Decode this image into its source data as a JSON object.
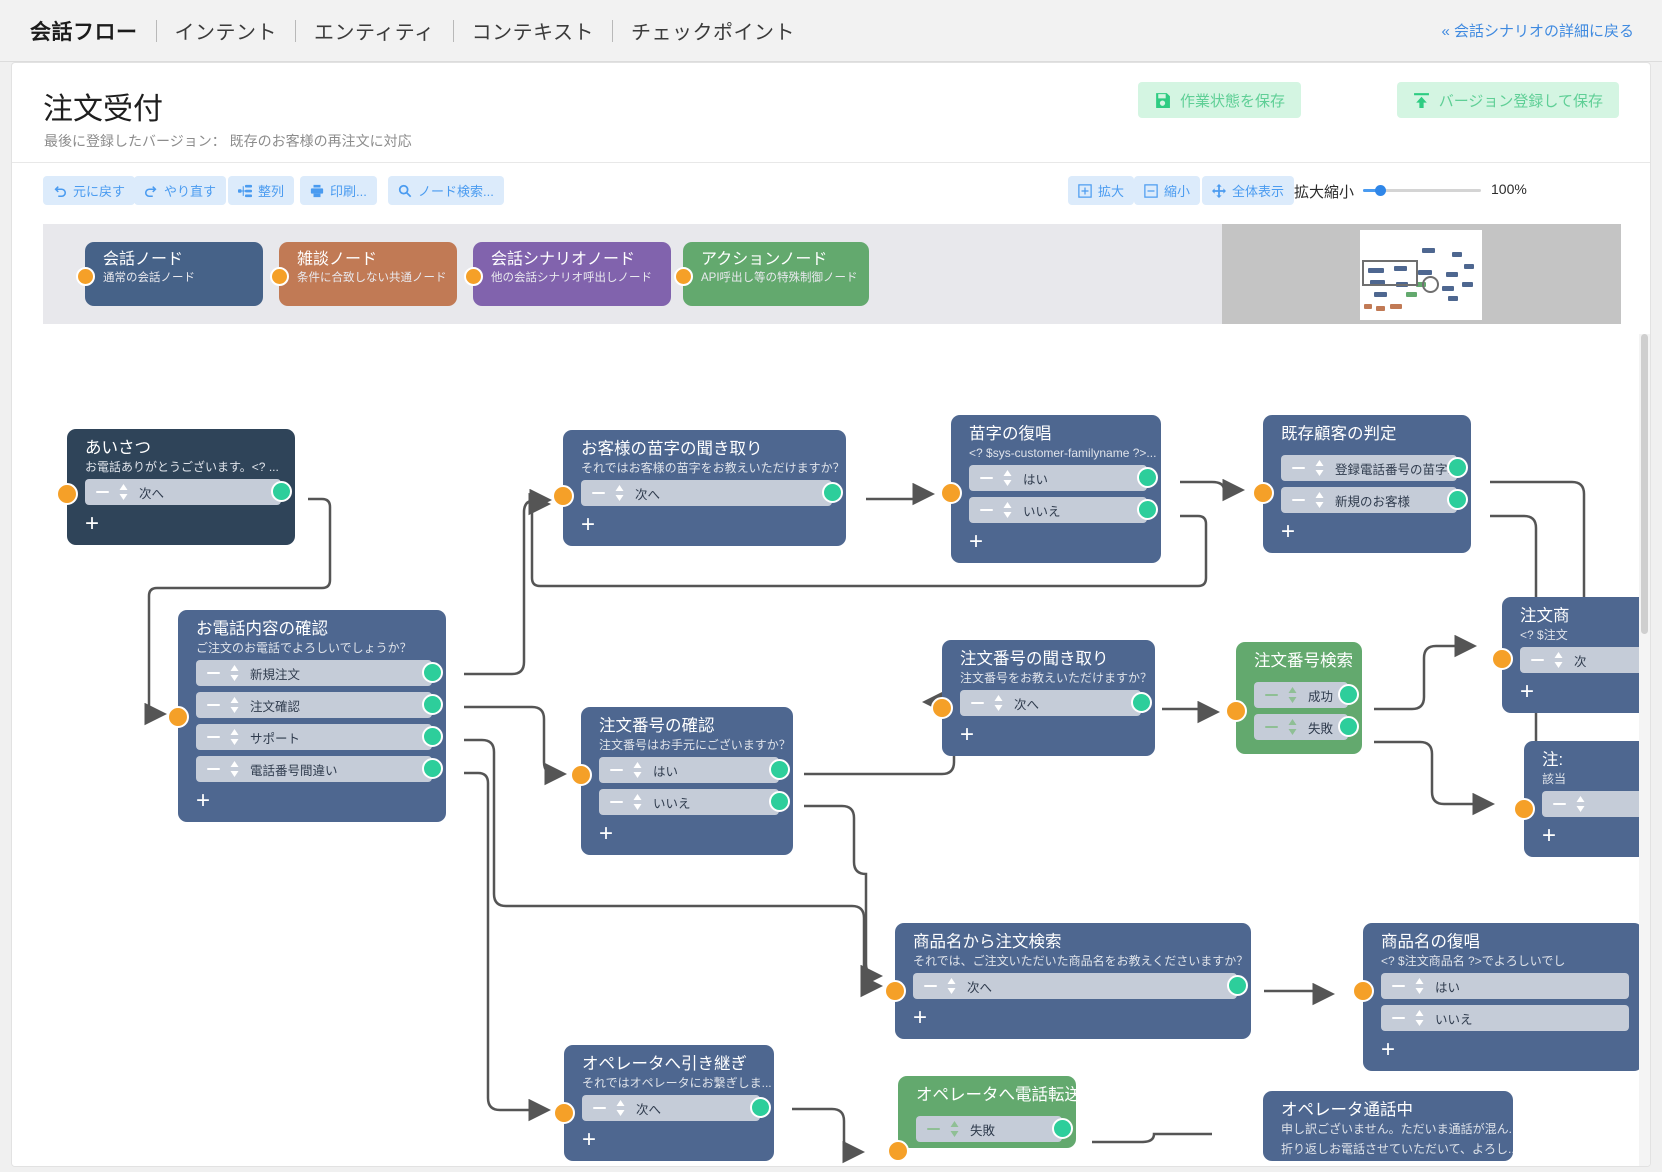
{
  "header": {
    "tabs": [
      "会話フロー",
      "インテント",
      "エンティティ",
      "コンテキスト",
      "チェックポイント"
    ],
    "back_link": "« 会話シナリオの詳細に戻る"
  },
  "page": {
    "title": "注文受付",
    "subtitle": "最後に登録したバージョン： 既存のお客様の再注文に対応",
    "save_work_label": "作業状態を保存",
    "save_version_label": "バージョン登録して保存"
  },
  "toolbar": {
    "undo": "元に戻す",
    "redo": "やり直す",
    "align": "整列",
    "print": "印刷...",
    "find": "ノード検索...",
    "zoom_in": "拡大",
    "zoom_out": "縮小",
    "fit": "全体表示",
    "zoom_label": "拡大縮小",
    "zoom_percent": "100%"
  },
  "palette": [
    {
      "title": "会話ノード",
      "sub": "通常の会話ノード",
      "color": "#466288"
    },
    {
      "title": "雑談ノード",
      "sub": "条件に合致しない共通ノード",
      "color": "#c17a55"
    },
    {
      "title": "会話シナリオノード",
      "sub": "他の会話シナリオ呼出しノード",
      "color": "#8163ad"
    },
    {
      "title": "アクションノード",
      "sub": "API呼出し等の特殊制御ノード",
      "color": "#63a96e"
    }
  ],
  "colors": {
    "node_dark": "#2f4459",
    "node_blue": "#4e6790",
    "node_green": "#63a96e",
    "row_blue": "#c5ccd8",
    "row_green": "#cfe6d2",
    "in_dot": "#f5a028",
    "out_dot": "#2dce9b",
    "accent_blue": "#4a9bf0",
    "accent_green": "#2ecc82"
  },
  "nodes": [
    {
      "id": "greeting",
      "title": "あいさつ",
      "sub": "お電話ありがとうございます。<? ...",
      "color": "dark",
      "rows": [
        "次へ"
      ],
      "plus": "+",
      "has_in": true
    },
    {
      "id": "call-confirm",
      "title": "お電話内容の確認",
      "sub": "ご注文のお電話でよろしいでしょうか？",
      "color": "blue",
      "rows": [
        "新規注文",
        "注文確認",
        "サポート",
        "電話番号間違い"
      ],
      "plus": "+",
      "has_in": true
    },
    {
      "id": "familyname-ask",
      "title": "お客様の苗字の聞き取り",
      "sub": "それではお客様の苗字をお教えいただけますか？",
      "color": "blue",
      "rows": [
        "次へ"
      ],
      "plus": "+",
      "has_in": true
    },
    {
      "id": "familyname-repeat",
      "title": "苗字の復唱",
      "sub": "<? $sys-customer-familyname ?>...",
      "color": "blue",
      "rows": [
        "はい",
        "いいえ"
      ],
      "plus": "+",
      "has_in": true
    },
    {
      "id": "existing-customer",
      "title": "既存顧客の判定",
      "sub": "",
      "color": "blue",
      "rows": [
        "登録電話番号の苗字...",
        "新規のお客様"
      ],
      "plus": "+",
      "has_in": true
    },
    {
      "id": "ordernum-confirm",
      "title": "注文番号の確認",
      "sub": "注文番号はお手元にございますか？",
      "color": "blue",
      "rows": [
        "はい",
        "いいえ"
      ],
      "plus": "+",
      "has_in": true
    },
    {
      "id": "ordernum-ask",
      "title": "注文番号の聞き取り",
      "sub": "注文番号をお教えいただけますか？",
      "color": "blue",
      "rows": [
        "次へ"
      ],
      "plus": "+",
      "has_in": true
    },
    {
      "id": "ordernum-search",
      "title": "注文番号検索",
      "sub": "",
      "color": "green",
      "rows": [
        "成功",
        "失敗"
      ],
      "plus": "",
      "has_in": true
    },
    {
      "id": "order-item",
      "title": "注文商",
      "sub": "<? $注文",
      "color": "blue",
      "rows": [
        "次"
      ],
      "plus": "+",
      "has_in": true
    },
    {
      "id": "order-none",
      "title": "注:",
      "sub": "該当",
      "color": "blue",
      "rows": [
        ""
      ],
      "plus": "+",
      "has_in": true
    },
    {
      "id": "itemname-search",
      "title": "商品名から注文検索",
      "sub": "それでは、ご注文いただいた商品名をお教えくださいますか？",
      "color": "blue",
      "rows": [
        "次へ"
      ],
      "plus": "+",
      "has_in": true
    },
    {
      "id": "itemname-repeat",
      "title": "商品名の復唱",
      "sub": "<? $注文商品名 ?>でよろしいでし",
      "color": "blue",
      "rows": [
        "はい",
        "いいえ"
      ],
      "plus": "+",
      "has_in": true
    },
    {
      "id": "operator-handover",
      "title": "オペレータへ引き継ぎ",
      "sub": "それではオペレータにお繋ぎしま...",
      "color": "blue",
      "rows": [
        "次へ"
      ],
      "plus": "+",
      "has_in": true
    },
    {
      "id": "operator-transfer",
      "title": "オペレータへ電話転送",
      "sub": "",
      "color": "green",
      "rows": [
        "失敗"
      ],
      "plus": "",
      "has_in": true
    },
    {
      "id": "operator-busy",
      "title": "オペレータ通話中",
      "sub": "申し訳ございません。ただいま通話が混ん...",
      "sub2": "折り返しお電話させていただいて、よろし...",
      "color": "blue",
      "rows": [],
      "plus": "",
      "has_in": false
    }
  ],
  "icons": {
    "save": "floppy-disk-icon",
    "upload": "upload-arrow-icon",
    "undo": "undo-arrow-icon",
    "redo": "redo-arrow-icon",
    "align": "align-nodes-icon",
    "print": "printer-icon",
    "find": "magnifier-icon",
    "zoom_in": "plus-box-icon",
    "zoom_out": "minus-box-icon",
    "fit": "move-arrows-icon"
  }
}
